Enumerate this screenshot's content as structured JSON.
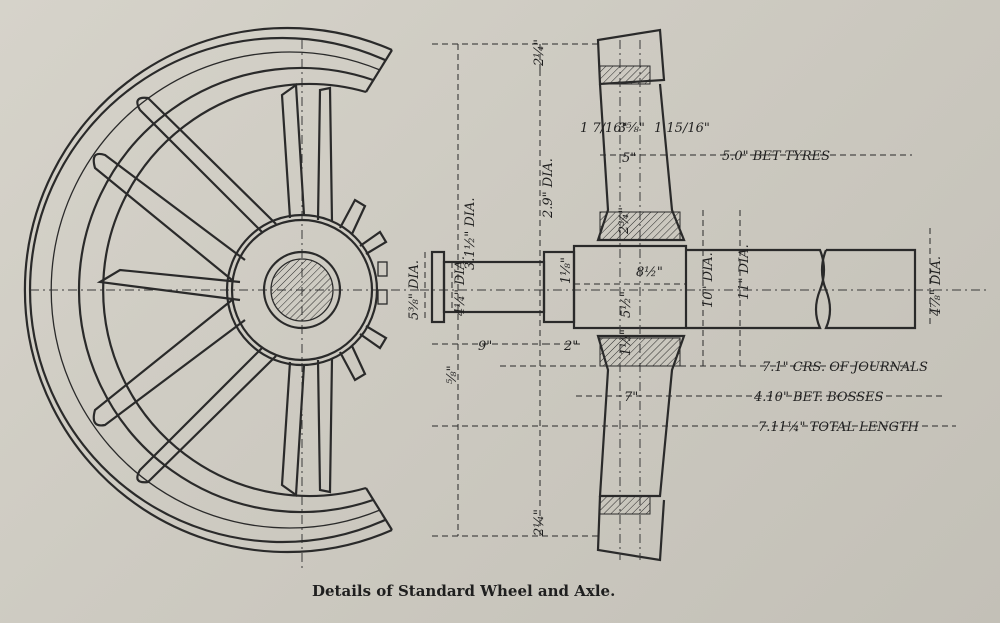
{
  "caption": "Details of Standard Wheel and Axle.",
  "dimensions": {
    "wheel_dia": "3.1½\" DIA.",
    "wheel_inner_dia": "2.9\" DIA.",
    "rim_top": "2¼\"",
    "rim_bottom": "2¼\"",
    "flange_left": "1 7/16\"",
    "tread": "3⅝\"",
    "flange_right": "1 15/16\"",
    "tyre_width": "5\"",
    "bet_tyres": "5.0\" BET TYRES",
    "boss_top": "2¾\"",
    "boss_bottom": "1½\"",
    "wheel_seat_left": "1⅛\"",
    "seat_length": "8½\"",
    "seat_mid": "5½\"",
    "seat_dia": "10\" DIA.",
    "boss_dia": "11\" DIA.",
    "journal_end_dia": "5⅜\" DIA.",
    "journal_dia": "4¼\" DIA.",
    "journal_length": "9\"",
    "collar": "2\"",
    "fillet": "⅝\"",
    "crs_journals": "7.1\" CRS. OF JOURNALS",
    "boss_len": "7\"",
    "bet_bosses": "4.10\" BET. BOSSES",
    "total_length": "7.11¼\" TOTAL LENGTH",
    "axle_dia": "4⅞\" DIA."
  }
}
